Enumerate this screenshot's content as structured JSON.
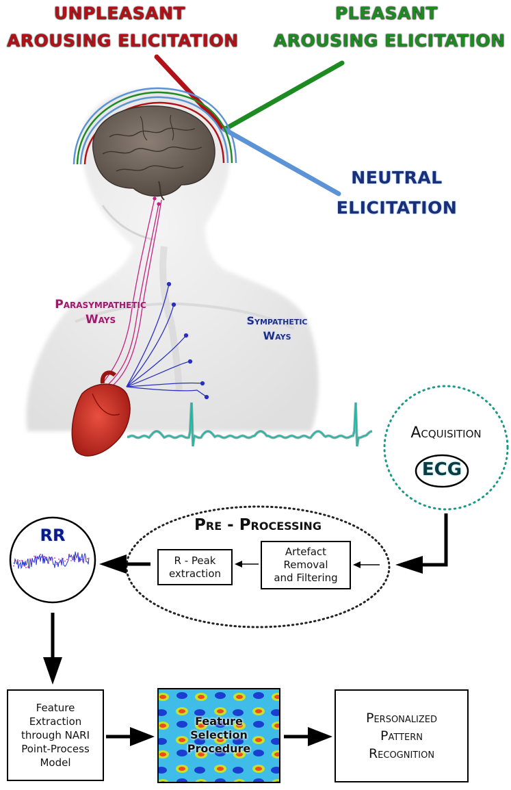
{
  "stimuli": {
    "unpleasant": [
      "UNPLEASANT",
      "AROUSING ELICITATION"
    ],
    "pleasant": [
      "PLEASANT",
      "AROUSING ELICITATION"
    ],
    "neutral": [
      "NEUTRAL",
      "ELICITATION"
    ]
  },
  "pathways": {
    "parasympathetic": [
      "Parasympathetic",
      "Ways"
    ],
    "sympathetic": [
      "Sympathetic",
      "Ways"
    ]
  },
  "acquisition": {
    "title": "Acquisition",
    "signal": "ECG"
  },
  "preprocessing": {
    "title": "Pre - Processing",
    "artefact_step": [
      "Artefact",
      "Removal",
      "and Filtering"
    ],
    "rpeak_step": [
      "R - Peak",
      "extraction"
    ]
  },
  "rr_series": {
    "label": "RR"
  },
  "pipeline": {
    "feature_extraction": [
      "Feature",
      "Extraction",
      "through NARI",
      "Point-Process",
      "Model"
    ],
    "feature_selection": [
      "Feature",
      "Selection",
      "Procedure"
    ],
    "recognition": [
      "Personalized",
      "Pattern",
      "Recognition"
    ]
  },
  "colors": {
    "unpleasant": "#b01218",
    "pleasant": "#1d8a22",
    "neutral": "#5b93d6",
    "parasympathetic": "#c2227f",
    "sympathetic": "#2a2fbf",
    "ecg_trace": "#1fb7a4",
    "heart": "#c8281d",
    "brain": "#6e625a"
  }
}
